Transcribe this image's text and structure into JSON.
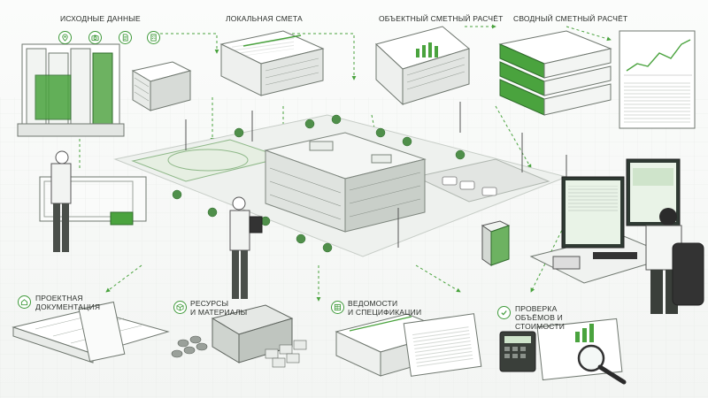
{
  "labels": {
    "source_data": "ИСХОДНЫЕ ДАННЫЕ",
    "local_estimate": "ЛОКАЛЬНАЯ СМЕТА",
    "object_estimate": "ОБЪЕКТНЫЙ СМЕТНЫЙ РАСЧЁТ",
    "summary_estimate": "СВОДНЫЙ СМЕТНЫЙ РАСЧЁТ",
    "project_docs": "ПРОЕКТНАЯ\nДОКУМЕНТАЦИЯ",
    "resources": "РЕСУРСЫ\nИ МАТЕРИАЛЫ",
    "statements": "ВЕДОМОСТИ\nИ СПЕЦИФИКАЦИИ",
    "verification": "ПРОВЕРКА\nОБЪЁМОВ И\nСТОИМОСТИ"
  },
  "icons": {
    "source_data": [
      "location-pin-icon",
      "camera-icon",
      "document-icon",
      "checklist-icon"
    ],
    "project_docs": "house-plan-icon",
    "resources": "cube-icon",
    "statements": "table-icon",
    "verification": "checkmark-icon"
  },
  "colors": {
    "accent": "#3f9a3a",
    "ink": "#2b2f2b",
    "paper": "#ffffff",
    "flow_line": "#4aa33e"
  }
}
